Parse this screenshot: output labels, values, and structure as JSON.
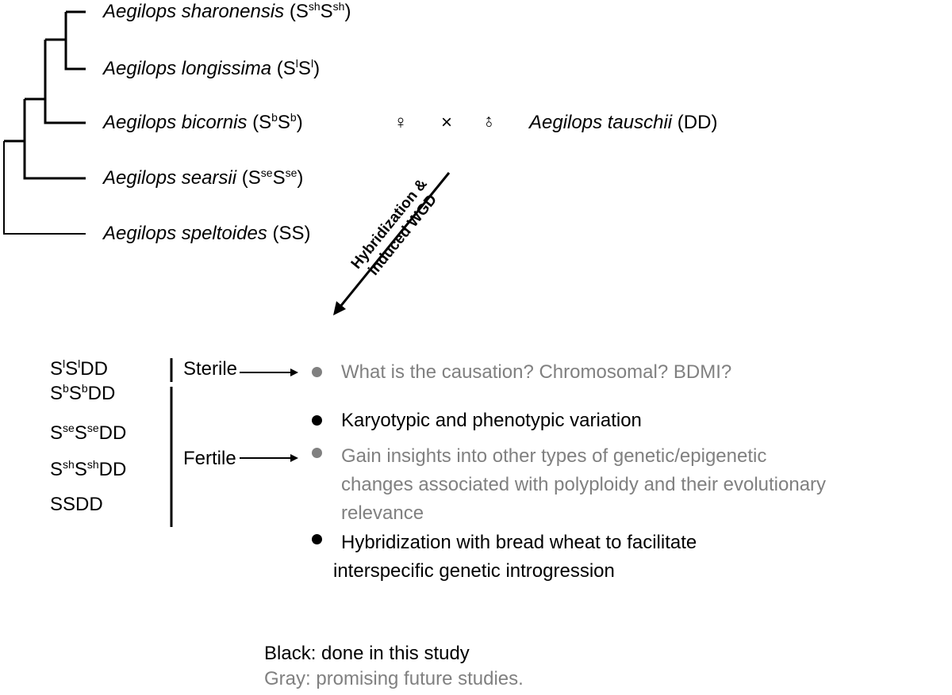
{
  "tree": {
    "species": [
      {
        "genus": "Aegilops",
        "epithet": "sharonensis",
        "genome_pre": "(S",
        "sup1": "sh",
        "mid": "S",
        "sup2": "sh",
        "post": ")"
      },
      {
        "genus": "Aegilops",
        "epithet": "longissima",
        "genome_pre": "(S",
        "sup1": "l",
        "mid": "S",
        "sup2": "l",
        "post": ")"
      },
      {
        "genus": "Aegilops",
        "epithet": "bicornis",
        "genome_pre": "(S",
        "sup1": "b",
        "mid": "S",
        "sup2": "b",
        "post": ")"
      },
      {
        "genus": "Aegilops",
        "epithet": "searsii",
        "genome_pre": "(S",
        "sup1": "se",
        "mid": "S",
        "sup2": "se",
        "post": ")"
      },
      {
        "genus": "Aegilops",
        "epithet": "speltoides",
        "genome_full": "(SS)"
      }
    ]
  },
  "cross": {
    "female_symbol": "♀",
    "cross_symbol": "×",
    "male_symbol": "♂",
    "partner_name": "Aegilops tauschii",
    "partner_genome": "(DD)"
  },
  "arrow_label": {
    "line1": "Hybridization &",
    "line2": "induced WGD"
  },
  "genomes": [
    {
      "pre": "S",
      "sup1": "l",
      "mid": "S",
      "sup2": "l",
      "post": "DD"
    },
    {
      "pre": "S",
      "sup1": "b",
      "mid": "S",
      "sup2": "b",
      "post": "DD"
    },
    {
      "pre": "S",
      "sup1": "se",
      "mid": "S",
      "sup2": "se",
      "post": "DD"
    },
    {
      "pre": "S",
      "sup1": "sh",
      "mid": "S",
      "sup2": "sh",
      "post": "DD"
    },
    {
      "full": "SSDD"
    }
  ],
  "groups": {
    "sterile": "Sterile",
    "fertile": "Fertile"
  },
  "sterile_item": "What is the causation? Chromosomal? BDMI?",
  "fertile_items": [
    {
      "lines": [
        "Karyotypic and phenotypic variation"
      ],
      "status": "done"
    },
    {
      "lines": [
        "Gain insights into other types of genetic/epigenetic",
        "changes associated with polyploidy and their evolutionary",
        "relevance"
      ],
      "status": "future"
    },
    {
      "lines": [
        "Hybridization with bread wheat to facilitate",
        "interspecific genetic introgression"
      ],
      "status": "done"
    }
  ],
  "legend": {
    "black": "Black: done in this study",
    "gray": "Gray: promising future studies."
  },
  "colors": {
    "done": "#000000",
    "future": "#808080"
  }
}
